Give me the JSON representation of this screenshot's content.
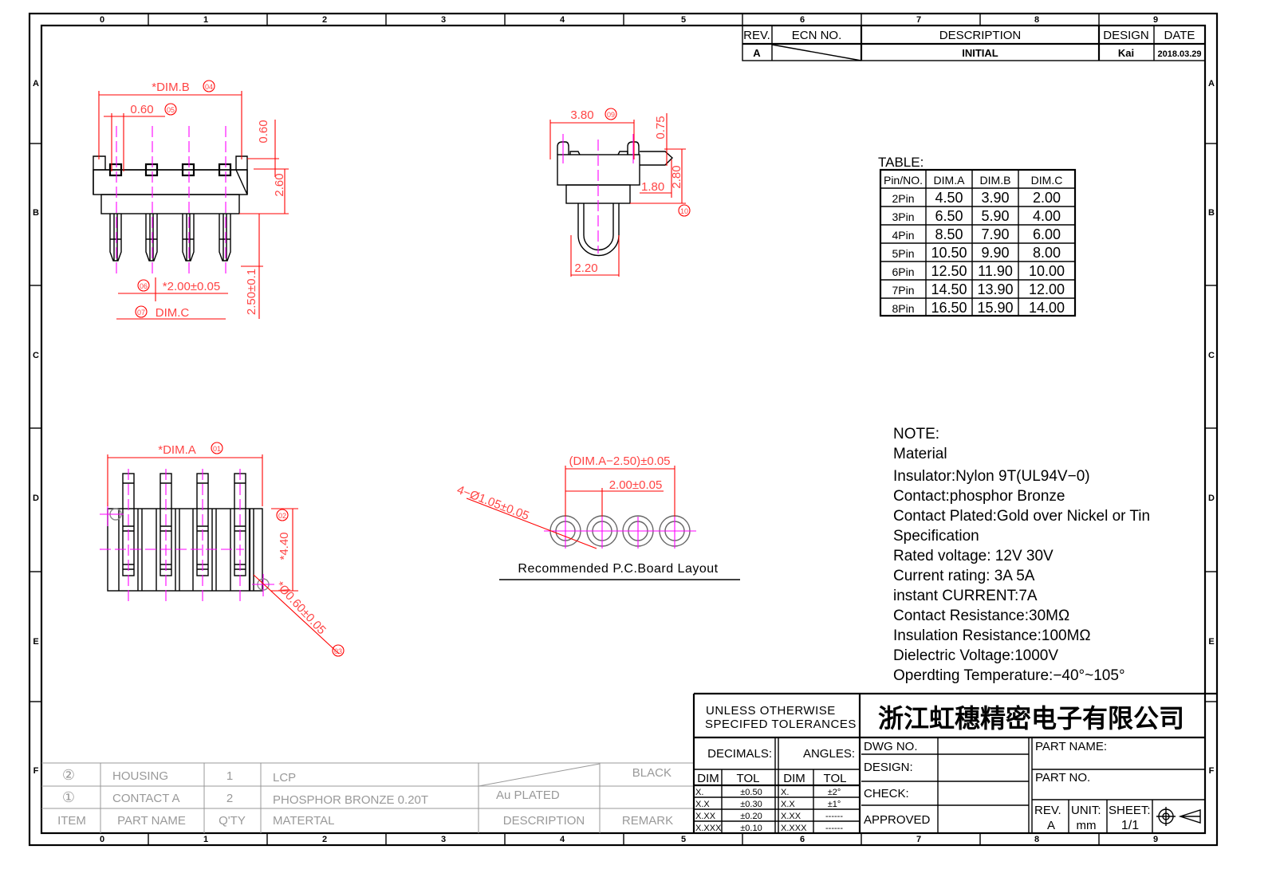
{
  "frame": {
    "columns": [
      "0",
      "1",
      "2",
      "3",
      "4",
      "5",
      "6",
      "7",
      "8",
      "9"
    ],
    "rows": [
      "A",
      "B",
      "C",
      "D",
      "E",
      "F"
    ]
  },
  "revision": {
    "headers": {
      "rev": "REV.",
      "ecn": "ECN NO.",
      "description": "DESCRIPTION",
      "design": "DESIGN",
      "date": "DATE"
    },
    "row": {
      "rev": "A",
      "description": "INITIAL",
      "design": "Kai",
      "date": "2018.03.29"
    }
  },
  "views": {
    "front": {
      "dim_b": "*DIM.B",
      "dim_b_tag": "04",
      "pin_w": "0.60",
      "pin_w_tag": "05",
      "top_h": "0.60",
      "body_h": "2.60",
      "pitch": "*2.00±0.05",
      "pitch_tag": "06",
      "dim_c": "DIM.C",
      "dim_c_tag": "07",
      "pin_len": "2.50±0.1"
    },
    "side": {
      "width": "3.80",
      "width_tag": "09",
      "tab_h": "0.75",
      "tab_len": "1.80",
      "height": "2.80",
      "height_tag": "10",
      "pin_span": "2.20"
    },
    "bottom": {
      "dim_a": "*DIM.A",
      "dim_a_tag": "01",
      "depth": "*4.40",
      "depth_tag": "02",
      "peg": "*Ø0.60±0.05",
      "peg_tag": "03"
    },
    "pcb": {
      "overall": "(DIM.A−2.50)±0.05",
      "pitch": "2.00±0.05",
      "holes": "4−Ø1.05±0.05",
      "caption": "Recommended  P.C.Board  Layout"
    }
  },
  "table": {
    "title": "TABLE:",
    "headers": [
      "Pin/NO.",
      "DIM.A",
      "DIM.B",
      "DIM.C"
    ],
    "rows": [
      [
        "2Pin",
        "4.50",
        "3.90",
        "2.00"
      ],
      [
        "3Pin",
        "6.50",
        "5.90",
        "4.00"
      ],
      [
        "4Pin",
        "8.50",
        "7.90",
        "6.00"
      ],
      [
        "5Pin",
        "10.50",
        "9.90",
        "8.00"
      ],
      [
        "6Pin",
        "12.50",
        "11.90",
        "10.00"
      ],
      [
        "7Pin",
        "14.50",
        "13.90",
        "12.00"
      ],
      [
        "8Pin",
        "16.50",
        "15.90",
        "14.00"
      ]
    ]
  },
  "notes": [
    "NOTE:",
    "Material",
    "Insulator:Nylon  9T(UL94V−0)",
    "Contact:phosphor  Bronze",
    "Contact  Plated:Gold  over  Nickel  or  Tin",
    "Specification",
    "Rated  voltage: 12V  30V",
    "Current  rating: 3A    5A",
    "instant  CURRENT:7A",
    "Contact  Resistance:30MΩ",
    "Insulation  Resistance:100MΩ",
    "Dielectric  Voltage:1000V",
    "Operdting  Temperature:−40°~105°"
  ],
  "bom": {
    "rows": [
      {
        "item": "②",
        "part": "HOUSING",
        "qty": "1",
        "material": "LCP",
        "description": "",
        "remark": "BLACK"
      },
      {
        "item": "①",
        "part": "CONTACT  A",
        "qty": "2",
        "material": "PHOSPHOR  BRONZE  0.20T",
        "description": "Au  PLATED",
        "remark": ""
      }
    ],
    "headers": {
      "item": "ITEM",
      "part": "PART  NAME",
      "qty": "Q'TY",
      "material": "MATERTAL",
      "description": "DESCRIPTION",
      "remark": "REMARK"
    }
  },
  "title_block": {
    "tolerance_note_1": "UNLESS  OTHERWISE",
    "tolerance_note_2": "SPECIFED  TOLERANCES",
    "company": "浙江虹穗精密电子有限公司",
    "decimals": "DECIMALS:",
    "angles": "ANGLES:",
    "dim": "DIM",
    "tol": "TOL",
    "decimal_rows": [
      [
        "X.",
        "±0.50"
      ],
      [
        "X.X",
        "±0.30"
      ],
      [
        "X.XX",
        "±0.20"
      ],
      [
        "X.XXX",
        "±0.10"
      ]
    ],
    "angle_rows": [
      [
        "X.",
        "±2°"
      ],
      [
        "X.X",
        "±1°"
      ],
      [
        "X.XX",
        "------"
      ],
      [
        "X.XXX",
        "------"
      ]
    ],
    "dwg_no": "DWG  NO.",
    "design": "DESIGN:",
    "check": "CHECK:",
    "approved": "APPROVED",
    "part_name": "PART  NAME:",
    "part_no": "PART  NO.",
    "rev_label": "REV.",
    "rev": "A",
    "unit_label": "UNIT:",
    "unit": "mm",
    "sheet_label": "SHEET:",
    "sheet": "1/1"
  }
}
